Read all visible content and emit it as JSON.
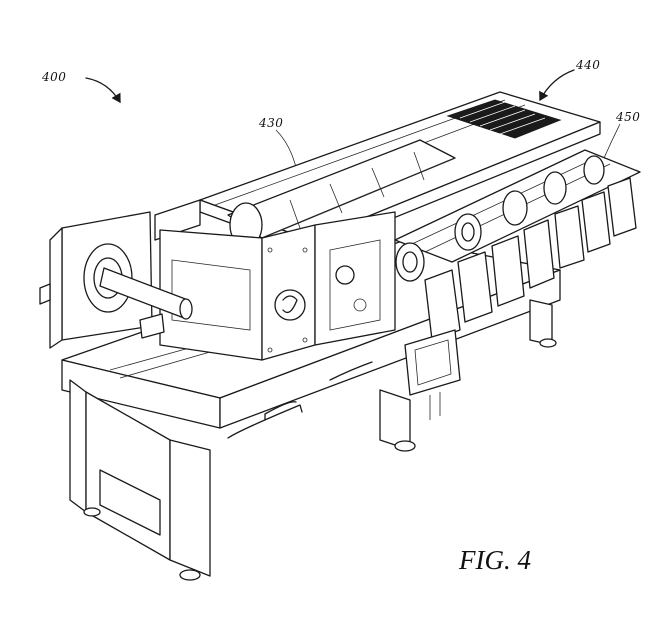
{
  "figure": {
    "label": "FIG. 4",
    "references": {
      "assembly": "400",
      "frame_top": "440",
      "rollers": "430",
      "heads": "450"
    }
  },
  "colors": {
    "ink": "#1a1a1a",
    "paper": "#ffffff"
  }
}
